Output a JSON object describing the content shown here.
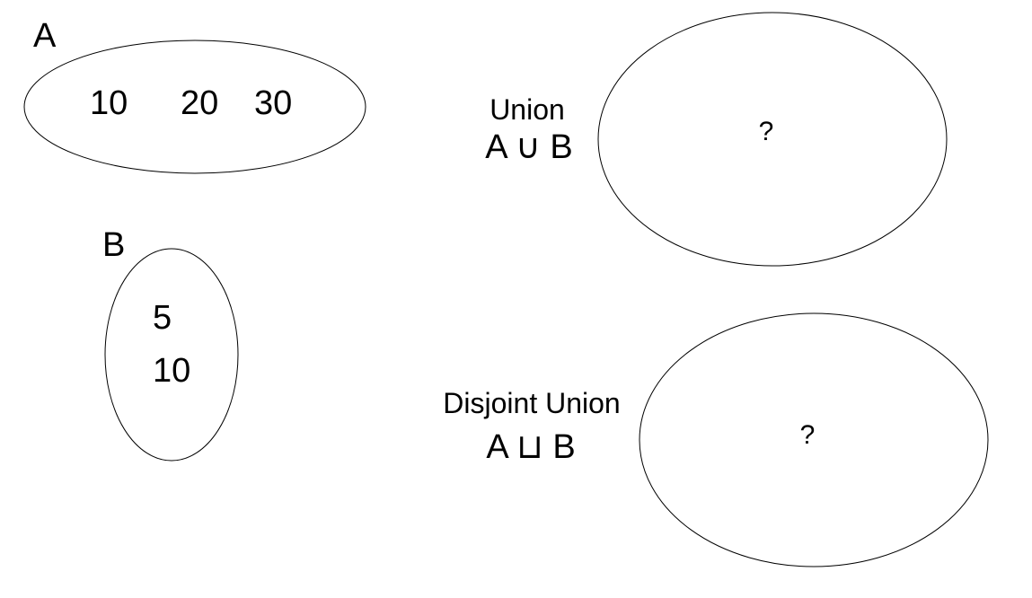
{
  "set_a": {
    "label": "A",
    "elements": [
      "10",
      "20",
      "30"
    ]
  },
  "set_b": {
    "label": "B",
    "elements": [
      "5",
      "10"
    ]
  },
  "union": {
    "title": "Union",
    "expression": "A ∪ B",
    "result": "?"
  },
  "disjoint_union": {
    "title": "Disjoint Union",
    "expression": "A ⊔ B",
    "result": "?"
  }
}
